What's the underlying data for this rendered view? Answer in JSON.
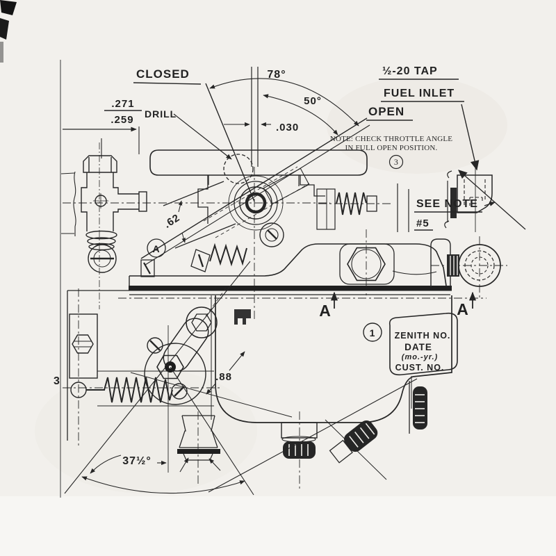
{
  "document": {
    "type": "engineering-drawing",
    "subject": "Zenith carburetor section drawing (scanned blueprint)",
    "colors": {
      "paper": "#f2f0ec",
      "ink": "#262626"
    }
  },
  "annotations": {
    "closed_label": "CLOSED",
    "drill_upper": ".271",
    "drill_lower": ".259",
    "drill_label": "DRILL",
    "angle_full_open": "78°",
    "angle_part_open": "50°",
    "gap_dim": ".030",
    "open_label": "OPEN",
    "tap_label": "½-20 TAP",
    "fuel_inlet_label": "FUEL INLET",
    "note_line1": "NOTE: CHECK THROTTLE ANGLE",
    "note_line2": "IN FULL OPEN POSITION.",
    "note_number": "3",
    "see_note_label": "SEE NOTE",
    "see_note_ref": "#5",
    "venturi_dim": ".62",
    "detail_marker": "A",
    "section_marker_left": "A",
    "section_marker_right": "A",
    "stamp_number": "1",
    "stamp_line1": "ZENITH NO.",
    "stamp_line2": "DATE",
    "stamp_line3": "(mo.-yr.)",
    "stamp_line4": "CUST. NO.",
    "lever_dim": ".88",
    "cone_angle": "37½°",
    "edge_dim_partial": "3"
  }
}
